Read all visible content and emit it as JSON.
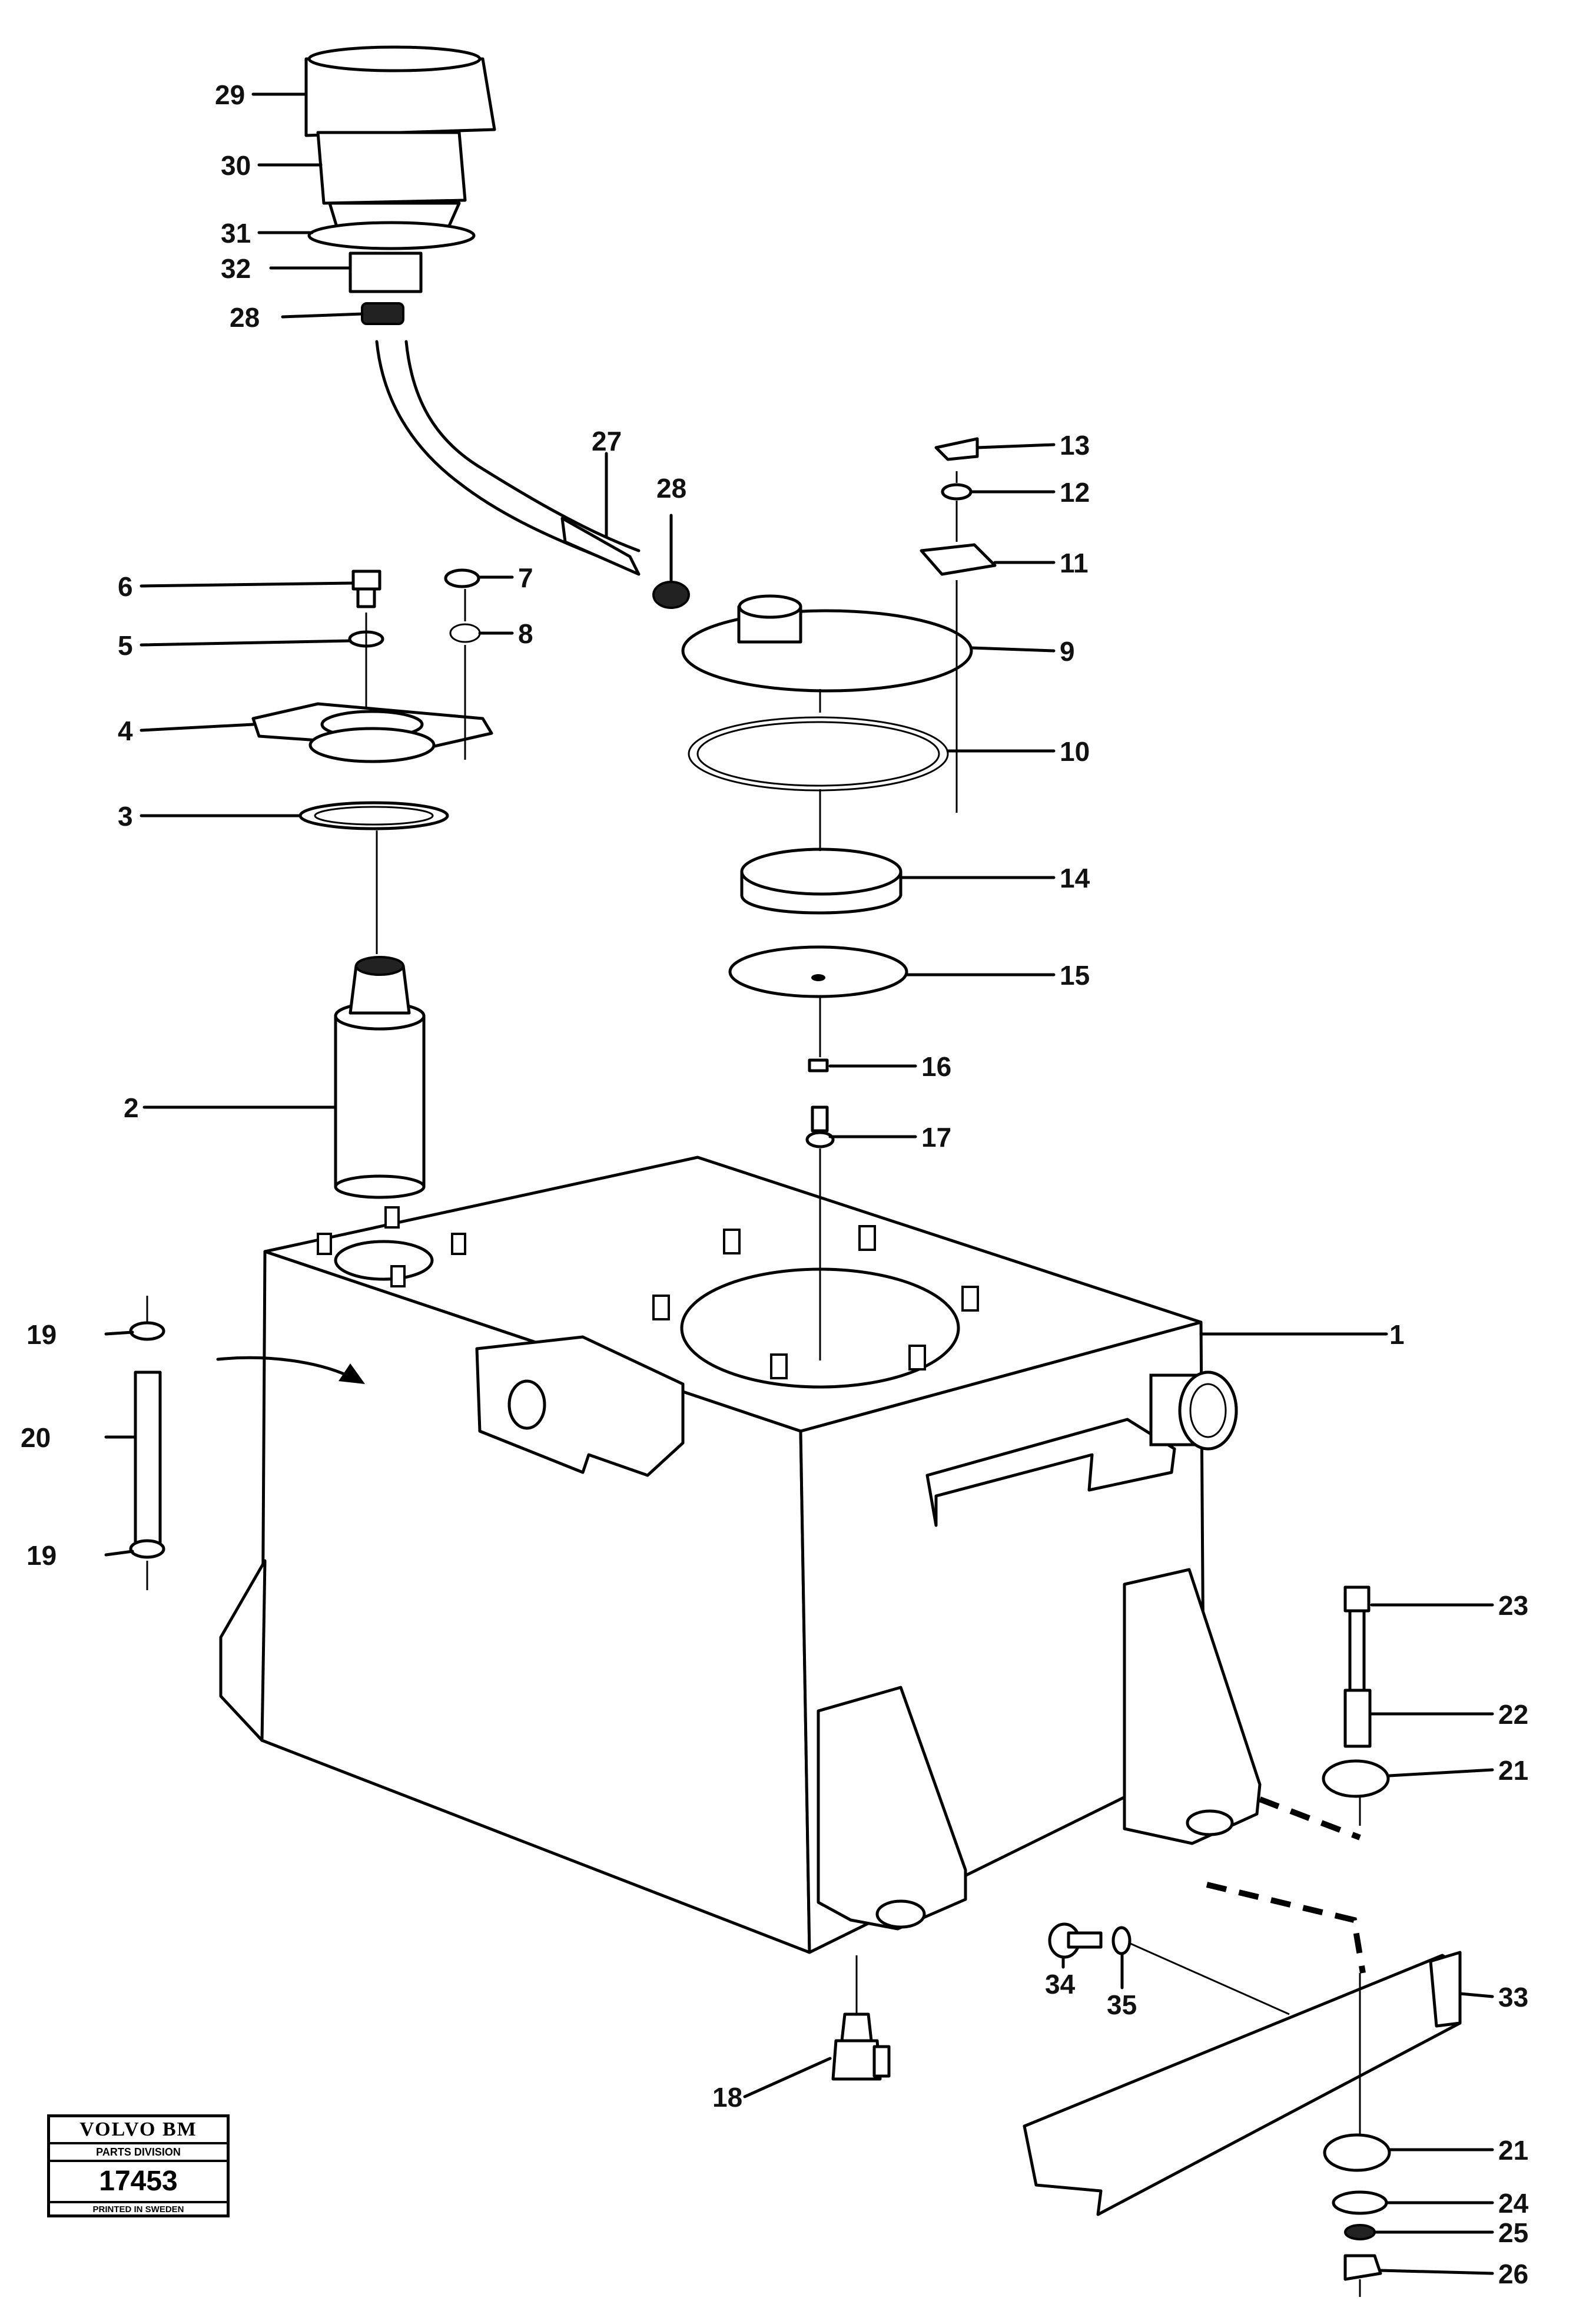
{
  "callouts": {
    "c1": "1",
    "c2": "2",
    "c3": "3",
    "c4": "4",
    "c5": "5",
    "c6": "6",
    "c7": "7",
    "c8": "8",
    "c9": "9",
    "c10": "10",
    "c11": "11",
    "c12": "12",
    "c13": "13",
    "c14": "14",
    "c15": "15",
    "c16": "16",
    "c17": "17",
    "c18": "18",
    "c19a": "19",
    "c19b": "19",
    "c20": "20",
    "c21a": "21",
    "c21b": "21",
    "c22": "22",
    "c23": "23",
    "c24": "24",
    "c25": "25",
    "c26": "26",
    "c27": "27",
    "c28a": "28",
    "c28b": "28",
    "c29": "29",
    "c30": "30",
    "c31": "31",
    "c32": "32",
    "c33": "33",
    "c34": "34",
    "c35": "35"
  },
  "stamp": {
    "brand": "VOLVO BM",
    "division": "PARTS DIVISION",
    "number": "17453",
    "printed": "PRINTED IN SWEDEN"
  }
}
